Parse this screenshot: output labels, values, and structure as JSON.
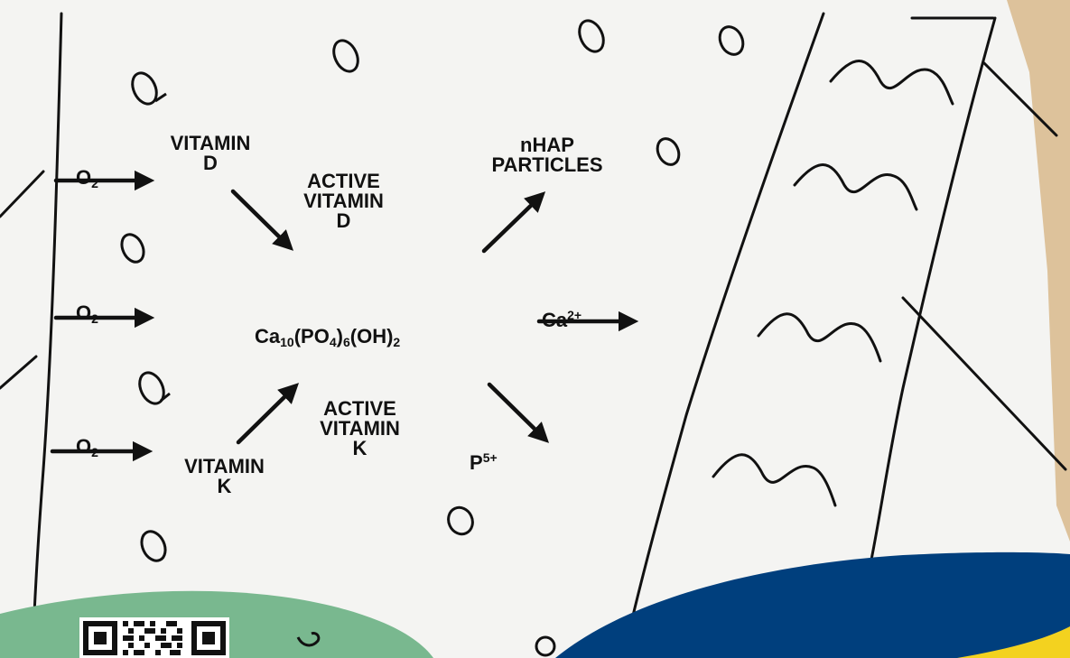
{
  "labels": {
    "o2_top": {
      "base": "O",
      "sub": "2"
    },
    "o2_mid": {
      "base": "O",
      "sub": "2"
    },
    "o2_bot": {
      "base": "O",
      "sub": "2"
    },
    "vitamin_d": "VITAMIN\nD",
    "active_vitamin_d": "ACTIVE\nVITAMIN\nD",
    "nhap_particles": "nHAP\nPARTICLES",
    "hydroxyapatite": {
      "p1": "Ca",
      "s1": "10",
      "p2": "(PO",
      "s2": "4",
      "p3": ")",
      "s3": "6",
      "p4": "(OH)",
      "s4": "2"
    },
    "calcium_ion": {
      "base": "Ca",
      "sup": "2+"
    },
    "active_vitamin_k": "ACTIVE\nVITAMIN\nK",
    "vitamin_k": "VITAMIN\nK",
    "phosphorus_ion": {
      "base": "P",
      "sup": "5+"
    }
  },
  "colors": {
    "paper": "#f4f4f2",
    "ink": "#111111",
    "green_corner": "#79b88f",
    "navy_corner": "#003f7d",
    "yellow_edge": "#f3d21f",
    "tan_edge": "#d8b88c"
  }
}
